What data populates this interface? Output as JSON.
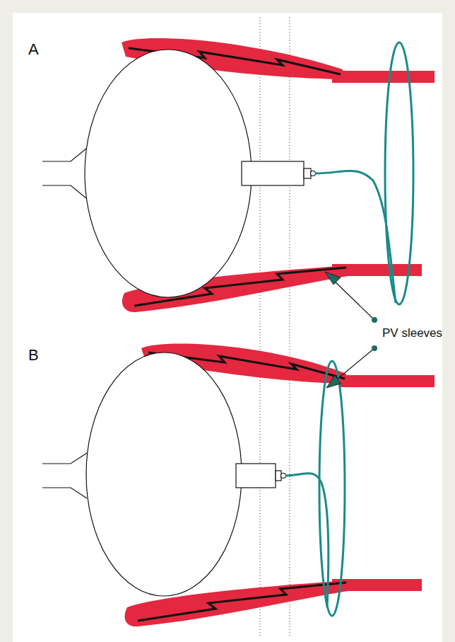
{
  "diagram": {
    "labels": [
      "A",
      "PV sleeves",
      "B"
    ]
  }
}
